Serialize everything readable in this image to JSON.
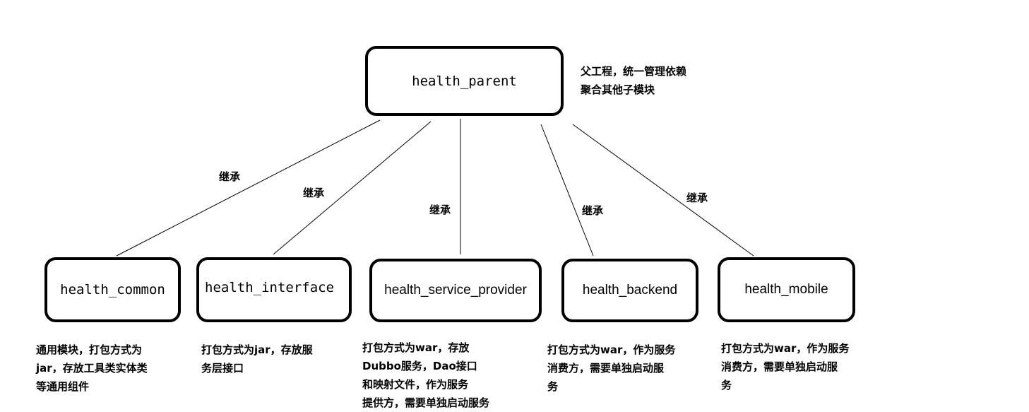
{
  "parent": {
    "label": "health_parent",
    "note_lines": [
      "父工程，统一管理依赖",
      "聚合其他子模块"
    ]
  },
  "edge_label": "继承",
  "modules": [
    {
      "label": "health_common",
      "note_lines": [
        "通用模块，打包方式为",
        "jar，存放工具类实体类",
        "等通用组件"
      ]
    },
    {
      "label": "health_interface",
      "note_lines": [
        "打包方式为jar，存放服",
        "务层接口"
      ]
    },
    {
      "label": "health_service_provider",
      "note_lines": [
        "打包方式为war，存放",
        "Dubbo服务，Dao接口",
        "和映射文件，作为服务",
        "提供方，需要单独启动服务"
      ]
    },
    {
      "label": "health_backend",
      "note_lines": [
        "打包方式为war，作为服务",
        "消费方，需要单独启动服",
        "务"
      ]
    },
    {
      "label": "health_mobile",
      "note_lines": [
        "打包方式为war，作为服务",
        "消费方，需要单独启动服",
        "务"
      ]
    }
  ]
}
